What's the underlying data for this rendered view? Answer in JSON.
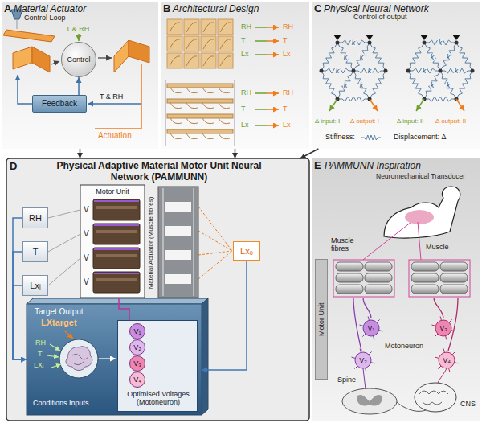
{
  "diagram": {
    "nodes": [
      {
        "text": [
          "A",
          "Material Actuator"
        ]
      },
      {
        "text": [
          "Control"
        ],
        "in": 0
      },
      {
        "text": [
          "Feedback"
        ],
        "in": 0
      },
      {
        "text": [
          "B",
          "Architectural Design"
        ]
      },
      {
        "text": [
          "C",
          "Physical Neural Network"
        ]
      },
      {
        "text": [
          "D",
          "Physical Adaptive Material Motor Unit Neural Network (PAMMUNN)"
        ]
      },
      {
        "text": [
          "RH"
        ],
        "in": 5
      },
      {
        "text": [
          "T"
        ],
        "in": 5
      },
      {
        "text": [
          "Lxᵢ"
        ],
        "in": 5
      },
      {
        "text": [
          "Motor Unit"
        ],
        "in": 5
      },
      {
        "text": [
          "Lxₒ"
        ],
        "in": 5
      },
      {
        "text": [
          "Target Output",
          "LXtarget",
          "Conditions Inputs"
        ],
        "in": 5
      },
      {
        "text": [
          "Optimised Voltages (Motoneuron)"
        ],
        "in": 11
      },
      {
        "text": [
          "V₁"
        ],
        "in": 12
      },
      {
        "text": [
          "V₂"
        ],
        "in": 12
      },
      {
        "text": [
          "V₃"
        ],
        "in": 12
      },
      {
        "text": [
          "V₄"
        ],
        "in": 12
      },
      {
        "text": [
          "E",
          "PAMMUNN Inspiration"
        ]
      },
      {
        "text": [
          "Motor Unit"
        ],
        "in": 17
      }
    ],
    "edges": [
      {
        "from": 0,
        "to": 5,
        "arrow": "to"
      },
      {
        "from": 3,
        "to": 5,
        "arrow": "to"
      },
      {
        "from": 4,
        "to": 5,
        "arrow": "to"
      },
      {
        "from": 2,
        "to": 1,
        "arrow": "to"
      },
      {
        "from": 6,
        "to": 11,
        "arrow": "to"
      },
      {
        "from": 7,
        "to": 11,
        "arrow": "to"
      },
      {
        "from": 8,
        "to": 11,
        "arrow": "to"
      },
      {
        "from": 6,
        "to": 9,
        "arrow": "none"
      },
      {
        "from": 7,
        "to": 9,
        "arrow": "none"
      },
      {
        "from": 8,
        "to": 9,
        "arrow": "none"
      },
      {
        "from": 10,
        "to": 11,
        "arrow": "to"
      },
      {
        "from": 12,
        "to": 9,
        "arrow": "none"
      }
    ],
    "labels": [
      "Control Loop",
      "T & RH",
      "T & RH",
      "Actuation",
      "RH",
      "RH",
      "T",
      "T",
      "Lx",
      "Lx",
      "RH",
      "RH",
      "T",
      "T",
      "Lx",
      "Lx",
      "Control of output",
      "Δ input: I",
      "Δ output: I",
      "Δ input: II",
      "Δ output: II",
      "Stiffness:",
      "Displacement: Δ",
      "k",
      "k",
      "k",
      "k",
      "k",
      "k",
      "k",
      "k",
      "k",
      "k",
      "k",
      "k",
      "k",
      "k",
      "V",
      "V",
      "V",
      "V",
      "Material Actuator (Muscle fibres)",
      "RH",
      "T",
      "LXᵢ",
      "Neuromechanical Transducer",
      "Muscle",
      "Muscle fibres",
      "V₁",
      "V₂",
      "V₃",
      "V₄",
      "Motoneuron",
      "Spine",
      "CNS"
    ]
  }
}
